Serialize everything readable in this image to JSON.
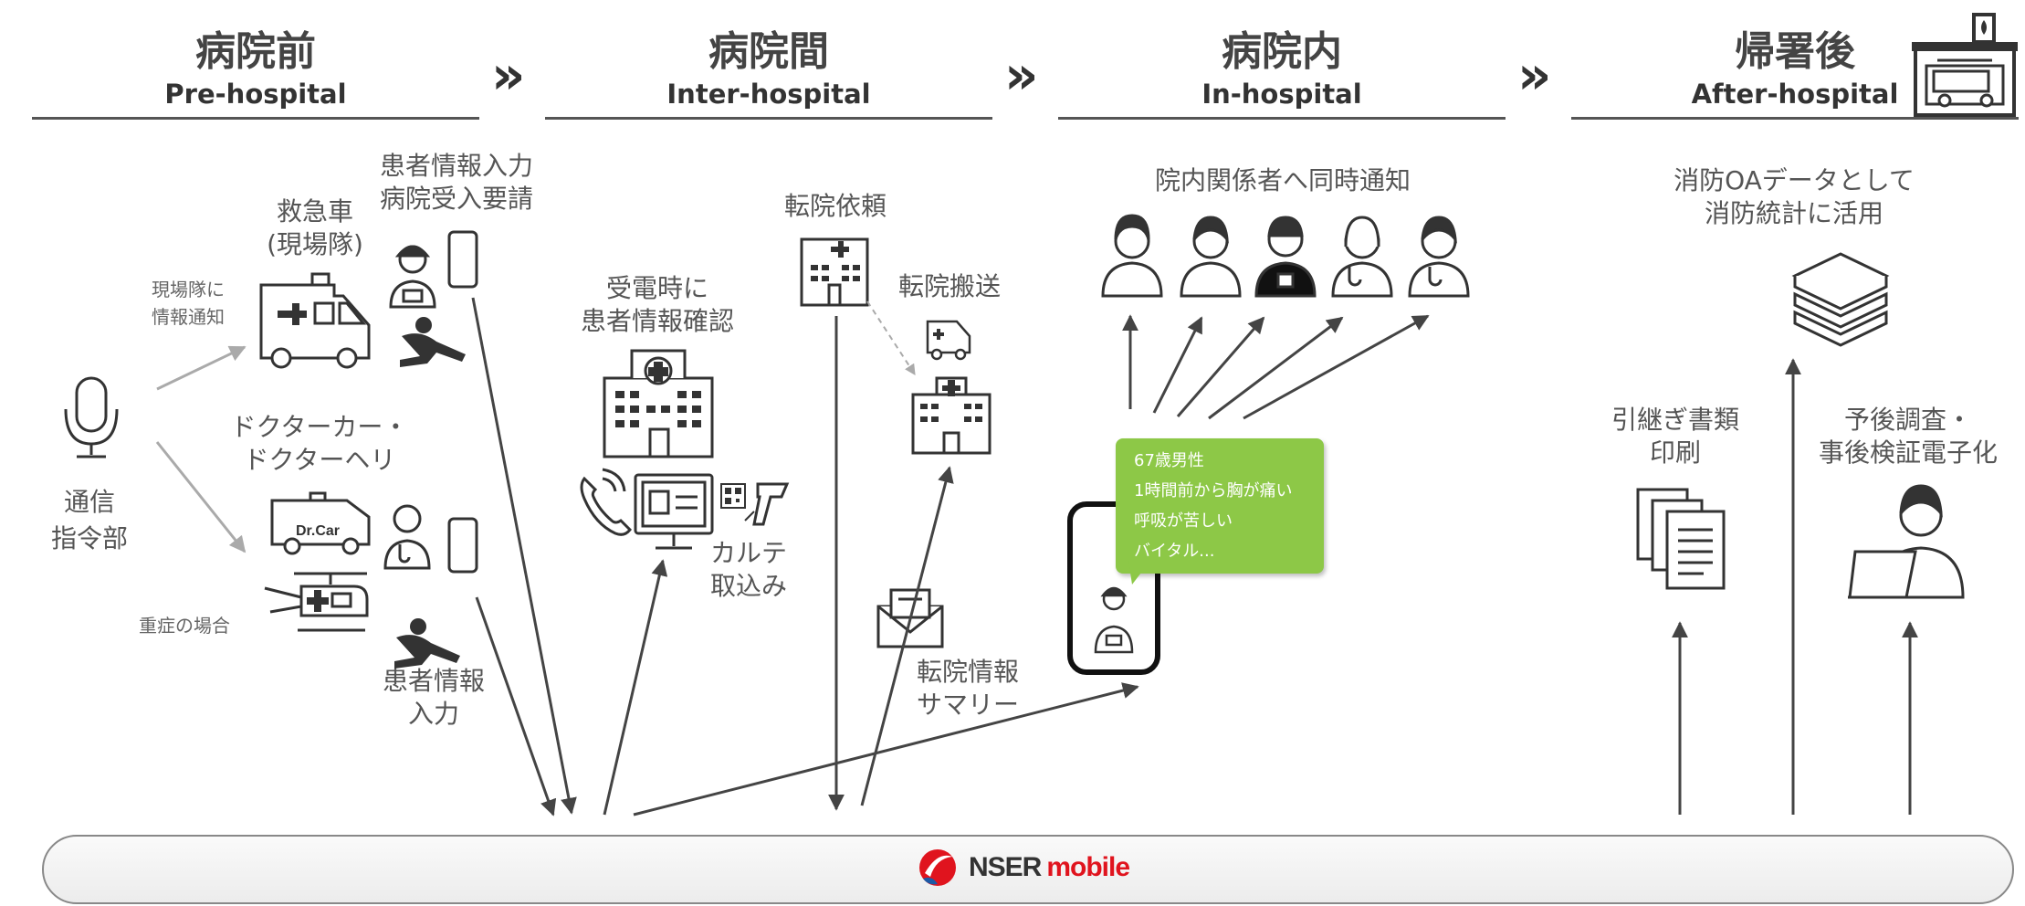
{
  "phases": [
    {
      "jp": "病院前",
      "en": "Pre-hospital"
    },
    {
      "jp": "病院間",
      "en": "Inter-hospital"
    },
    {
      "jp": "病院内",
      "en": "In-hospital"
    },
    {
      "jp": "帰署後",
      "en": "After-hospital"
    }
  ],
  "chevron": "»",
  "labels": {
    "dispatch_1": "通信",
    "dispatch_2": "指令部",
    "notify_scene_1": "現場隊に",
    "notify_scene_2": "情報通知",
    "ambulance_1": "救急車",
    "ambulance_2": "(現場隊)",
    "patient_input_req_1": "患者情報入力",
    "patient_input_req_2": "病院受入要請",
    "doctor_1": "ドクターカー・",
    "doctor_2": "ドクターヘリ",
    "severe": "重症の場合",
    "patient_input_1": "患者情報",
    "patient_input_2": "入力",
    "confirm_1": "受電時に",
    "confirm_2": "患者情報確認",
    "karte_1": "カルテ",
    "karte_2": "取込み",
    "transfer_request": "転院依頼",
    "transfer_transport": "転院搬送",
    "transfer_summary_1": "転院情報",
    "transfer_summary_2": "サマリー",
    "notify_staff": "院内関係者へ同時通知",
    "fire_oa_1": "消防OAデータとして",
    "fire_oa_2": "消防統計に活用",
    "handover_1": "引継ぎ書類",
    "handover_2": "印刷",
    "followup_1": "予後調査・",
    "followup_2": "事後検証電子化",
    "drcar": "Dr.Car"
  },
  "bubble_lines": [
    "67歳男性",
    "1時間前から胸が痛い",
    "呼吸が苦しい",
    "バイタル..."
  ],
  "brand": {
    "name_a": "NSER",
    "name_b": "mobile",
    "color_a": "#333333",
    "color_b": "#e0141e"
  },
  "colors": {
    "bubble": "#8dc847",
    "arrow": "#444444",
    "arrow_light": "#aaaaaa"
  }
}
